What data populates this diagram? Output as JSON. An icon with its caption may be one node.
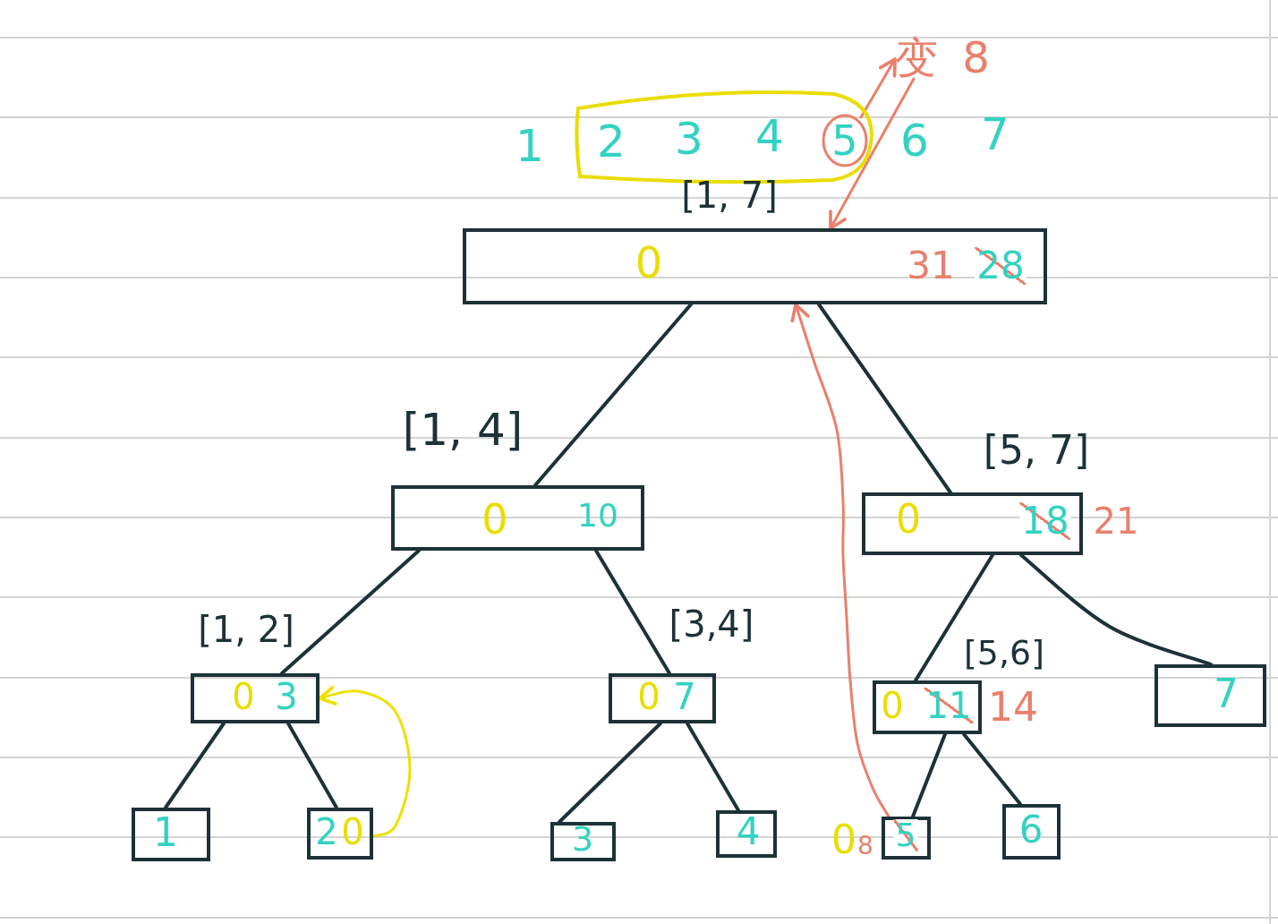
{
  "diagram": {
    "nodes": [
      {
        "text": [
          "变 8"
        ]
      },
      {
        "text": [
          "2",
          "3",
          "4"
        ]
      },
      {
        "text": [
          "5"
        ],
        "in": 1
      },
      {
        "text": [
          "[1, 7]",
          "0",
          "31",
          "28"
        ]
      },
      {
        "text": [
          "[1, 4]",
          "0",
          "10"
        ]
      },
      {
        "text": [
          "[5, 7]",
          "0",
          "18"
        ],
        "beside": [
          "21"
        ]
      },
      {
        "text": [
          "[1, 2]",
          "0",
          "3"
        ]
      },
      {
        "text": [
          "[3,4]",
          "0",
          "7"
        ]
      },
      {
        "text": [
          "[5,6]",
          "0",
          "11"
        ],
        "beside": [
          "14"
        ]
      },
      {
        "text": [
          "7"
        ]
      },
      {
        "text": [
          "1"
        ]
      },
      {
        "text": [
          "2",
          "0"
        ]
      },
      {
        "text": [
          "3"
        ]
      },
      {
        "text": [
          "4"
        ]
      },
      {
        "text": [
          "5"
        ],
        "beside": [
          "0",
          "8"
        ]
      },
      {
        "text": [
          "6"
        ]
      }
    ],
    "edges": [
      {
        "from": 2,
        "to": 0,
        "arrow": "to",
        "color": "#e9806c"
      },
      {
        "from": 0,
        "to": 3,
        "arrow": "to",
        "color": "#e9806c"
      },
      {
        "from": 14,
        "to": 3,
        "arrow": "to",
        "color": "#e9806c"
      },
      {
        "from": 11,
        "to": 6,
        "arrow": "to",
        "color": "#ece100"
      },
      {
        "from": 3,
        "to": 4,
        "arrow": "none"
      },
      {
        "from": 3,
        "to": 5,
        "arrow": "none"
      },
      {
        "from": 4,
        "to": 6,
        "arrow": "none"
      },
      {
        "from": 4,
        "to": 7,
        "arrow": "none"
      },
      {
        "from": 5,
        "to": 8,
        "arrow": "none"
      },
      {
        "from": 5,
        "to": 9,
        "arrow": "none"
      },
      {
        "from": 6,
        "to": 10,
        "arrow": "none"
      },
      {
        "from": 6,
        "to": 11,
        "arrow": "none"
      },
      {
        "from": 7,
        "to": 12,
        "arrow": "none"
      },
      {
        "from": 7,
        "to": 13,
        "arrow": "none"
      },
      {
        "from": 8,
        "to": 14,
        "arrow": "none"
      },
      {
        "from": 8,
        "to": 15,
        "arrow": "none"
      }
    ],
    "labels": [
      "1",
      "6",
      "7"
    ]
  }
}
